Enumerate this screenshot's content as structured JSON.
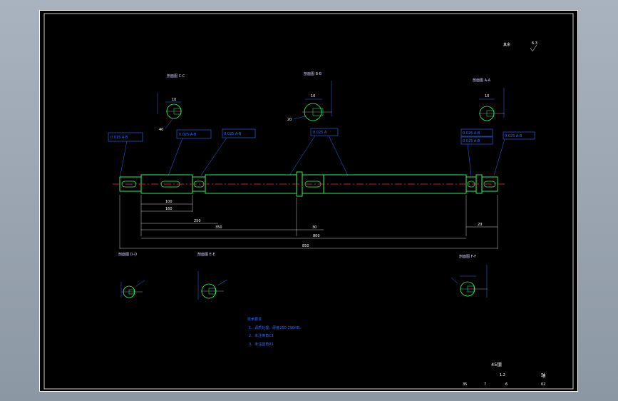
{
  "roughness": {
    "label": "其余",
    "value": "6.3"
  },
  "sections": {
    "top_left": "剖面图 C-C",
    "top_mid": "剖面图 B-B",
    "top_right": "剖面图 A-A",
    "bot_left": "剖面图 D-D",
    "bot_mid": "剖面图 E-E",
    "bot_right": "剖面图 F-F"
  },
  "tolerances": {
    "t1": "0.015 A-B",
    "t2": "0.025 A-B",
    "t3": "0.025 A-B",
    "t4": "0.025 A",
    "t5": "0.025 A-B",
    "t6": "0.025 A-B",
    "t7": "0.025 A-B"
  },
  "dims": {
    "d100": "100",
    "d160": "160",
    "d250": "250",
    "d350": "350",
    "d30": "30",
    "d800": "800",
    "d850": "850",
    "d20": "20",
    "d40": "40",
    "d10": "10"
  },
  "notes": {
    "heading": "技术要求",
    "line1": "1、调质处理，硬度250-290HB。",
    "line2": "2、未注倒角C1",
    "line3": "3、未注圆角R1"
  },
  "titleblock": {
    "material": "45钢",
    "scale": "1.2",
    "name": "轴",
    "c1": "35",
    "c2": "7",
    "c3": "6",
    "c4": "02"
  }
}
